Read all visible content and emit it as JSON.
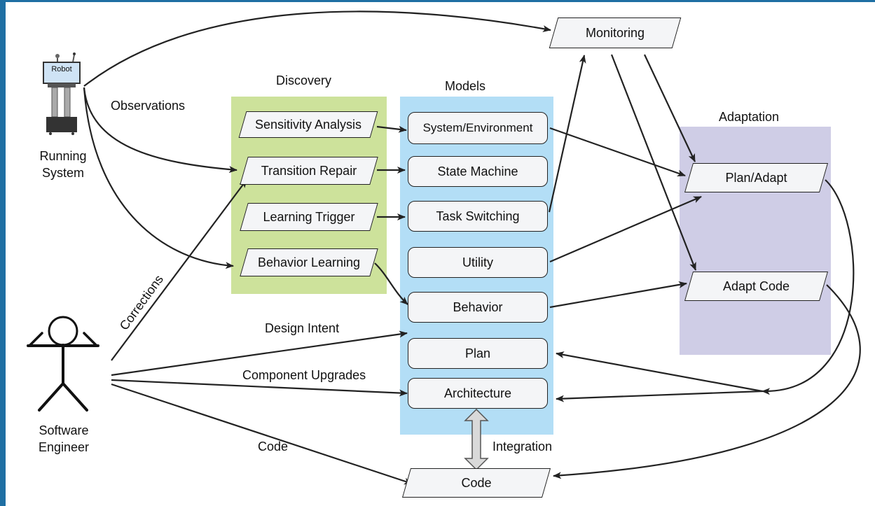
{
  "labels": {
    "discovery": "Discovery",
    "models": "Models",
    "adaptation": "Adaptation",
    "observations": "Observations",
    "running_system": "Running\nSystem",
    "software_engineer": "Software\nEngineer",
    "corrections": "Corrections",
    "design_intent": "Design Intent",
    "component_upgrades": "Component Upgrades",
    "code_edge": "Code",
    "integration": "Integration",
    "robot": "Robot"
  },
  "discovery_items": [
    "Sensitivity Analysis",
    "Transition Repair",
    "Learning Trigger",
    "Behavior Learning"
  ],
  "model_items": [
    "System/Environment",
    "State Machine",
    "Task Switching",
    "Utility",
    "Behavior",
    "Plan",
    "Architecture"
  ],
  "adaptation_items": [
    "Plan/Adapt",
    "Adapt Code"
  ],
  "monitoring": "Monitoring",
  "code_node": "Code",
  "colors": {
    "discovery_bg": "#cde29b",
    "models_bg": "#b3def6",
    "adaptation_bg": "#cfcde6",
    "border": "#1f6fa3",
    "node_fill": "#f4f5f7"
  }
}
